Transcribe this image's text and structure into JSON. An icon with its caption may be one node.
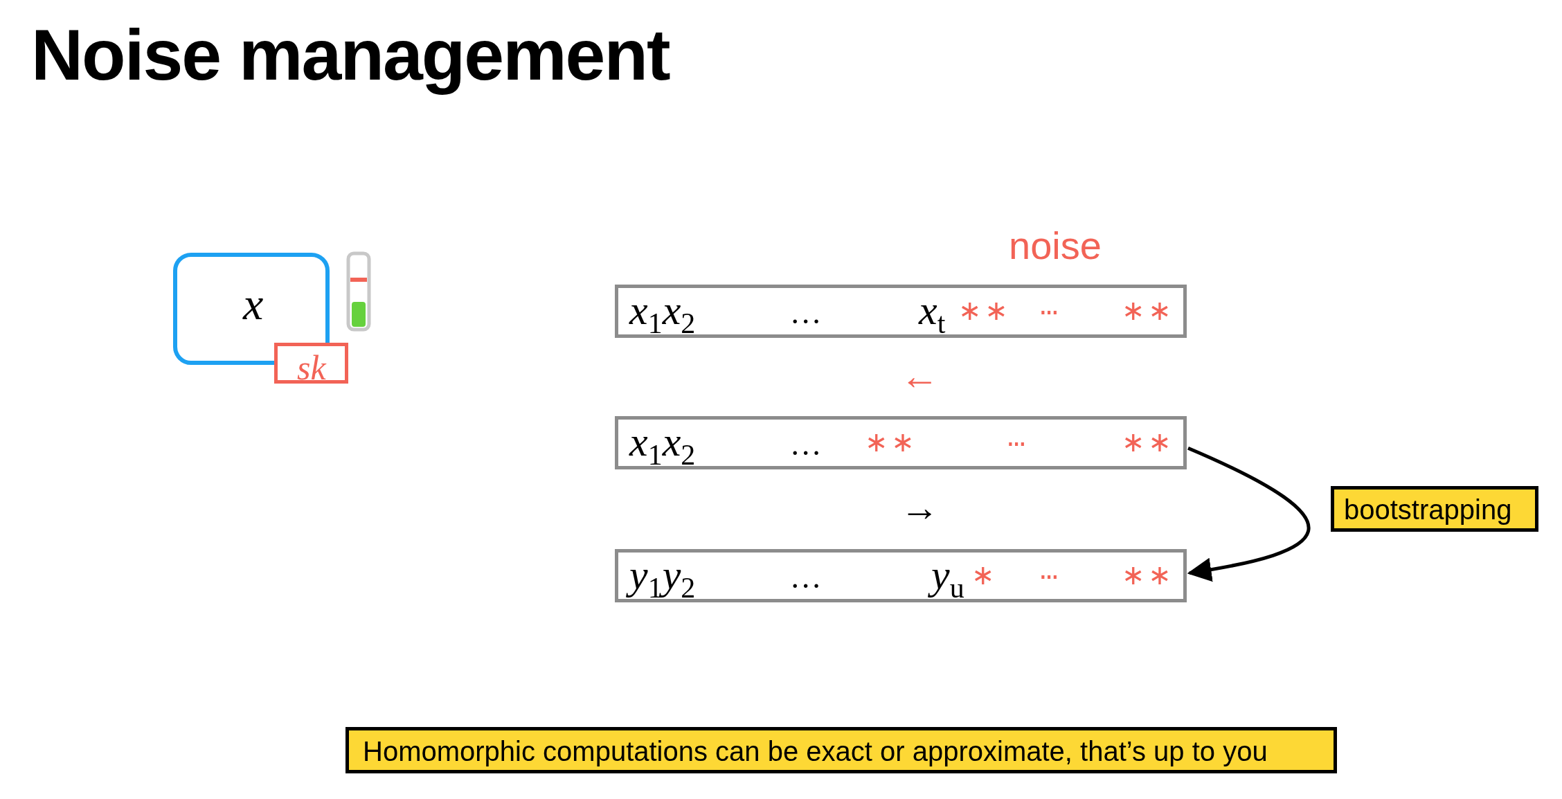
{
  "diagram": {
    "title": "Noise management",
    "nodes": [
      {
        "text": [
          "x"
        ]
      },
      {
        "text": [
          "sk"
        ]
      },
      {
        "text": [
          "x$_{1}$x$_{2}$",
          "…",
          "x$_{t}$",
          "∗ ∗",
          "···",
          "∗ ∗"
        ]
      },
      {
        "text": [
          "x$_{1}$x$_{2}$",
          "…",
          "∗ ∗",
          "···",
          "∗ ∗"
        ]
      },
      {
        "text": [
          "y$_{1}$y$_{2}$",
          "…",
          "y$_{u}$",
          "∗",
          "···",
          "∗ ∗"
        ]
      },
      {
        "text": [
          "bootstrapping"
        ]
      },
      {
        "text": [
          "Homomorphic computations can be exact or approximate,  that’s up to you"
        ]
      }
    ],
    "edges": [
      {
        "from": 3,
        "to": 4,
        "arrow": "to"
      }
    ],
    "labels": [
      "noise",
      "←",
      "→"
    ]
  }
}
